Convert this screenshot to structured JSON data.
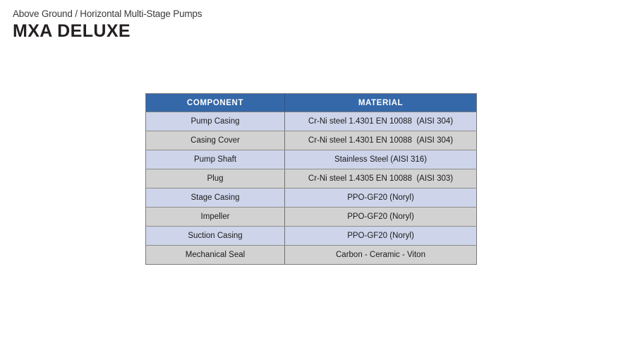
{
  "header": {
    "subtitle": "Above Ground / Horizontal Multi-Stage Pumps",
    "title": "MXA DELUXE"
  },
  "table": {
    "name": "component-material-specification",
    "columns": [
      "COMPONENT",
      "MATERIAL"
    ],
    "rows": [
      {
        "component": "Pump Casing",
        "material": "Cr-Ni steel 1.4301 EN 10088  (AISI 304)",
        "shade": "blue"
      },
      {
        "component": "Casing Cover",
        "material": "Cr-Ni steel 1.4301 EN 10088  (AISI 304)",
        "shade": "gray"
      },
      {
        "component": "Pump Shaft",
        "material": "Stainless Steel (AISI 316)",
        "shade": "blue"
      },
      {
        "component": "Plug",
        "material": "Cr-Ni steel 1.4305 EN 10088  (AISI 303)",
        "shade": "gray"
      },
      {
        "component": "Stage Casing",
        "material": "PPO-GF20 (Noryl)",
        "shade": "blue"
      },
      {
        "component": "Impeller",
        "material": "PPO-GF20 (Noryl)",
        "shade": "gray"
      },
      {
        "component": "Suction Casing",
        "material": "PPO-GF20 (Noryl)",
        "shade": "blue"
      },
      {
        "component": "Mechanical Seal",
        "material": "Carbon - Ceramic - Viton",
        "shade": "gray"
      }
    ]
  },
  "colors": {
    "header_blue": "#3568A8",
    "row_blue": "#CED5EA",
    "row_gray": "#D2D2D2",
    "border_gray": "#7B7B7B",
    "title_text": "#231F20",
    "subtitle_text": "#3A3A3A",
    "page_background": "#FFFFFF"
  }
}
